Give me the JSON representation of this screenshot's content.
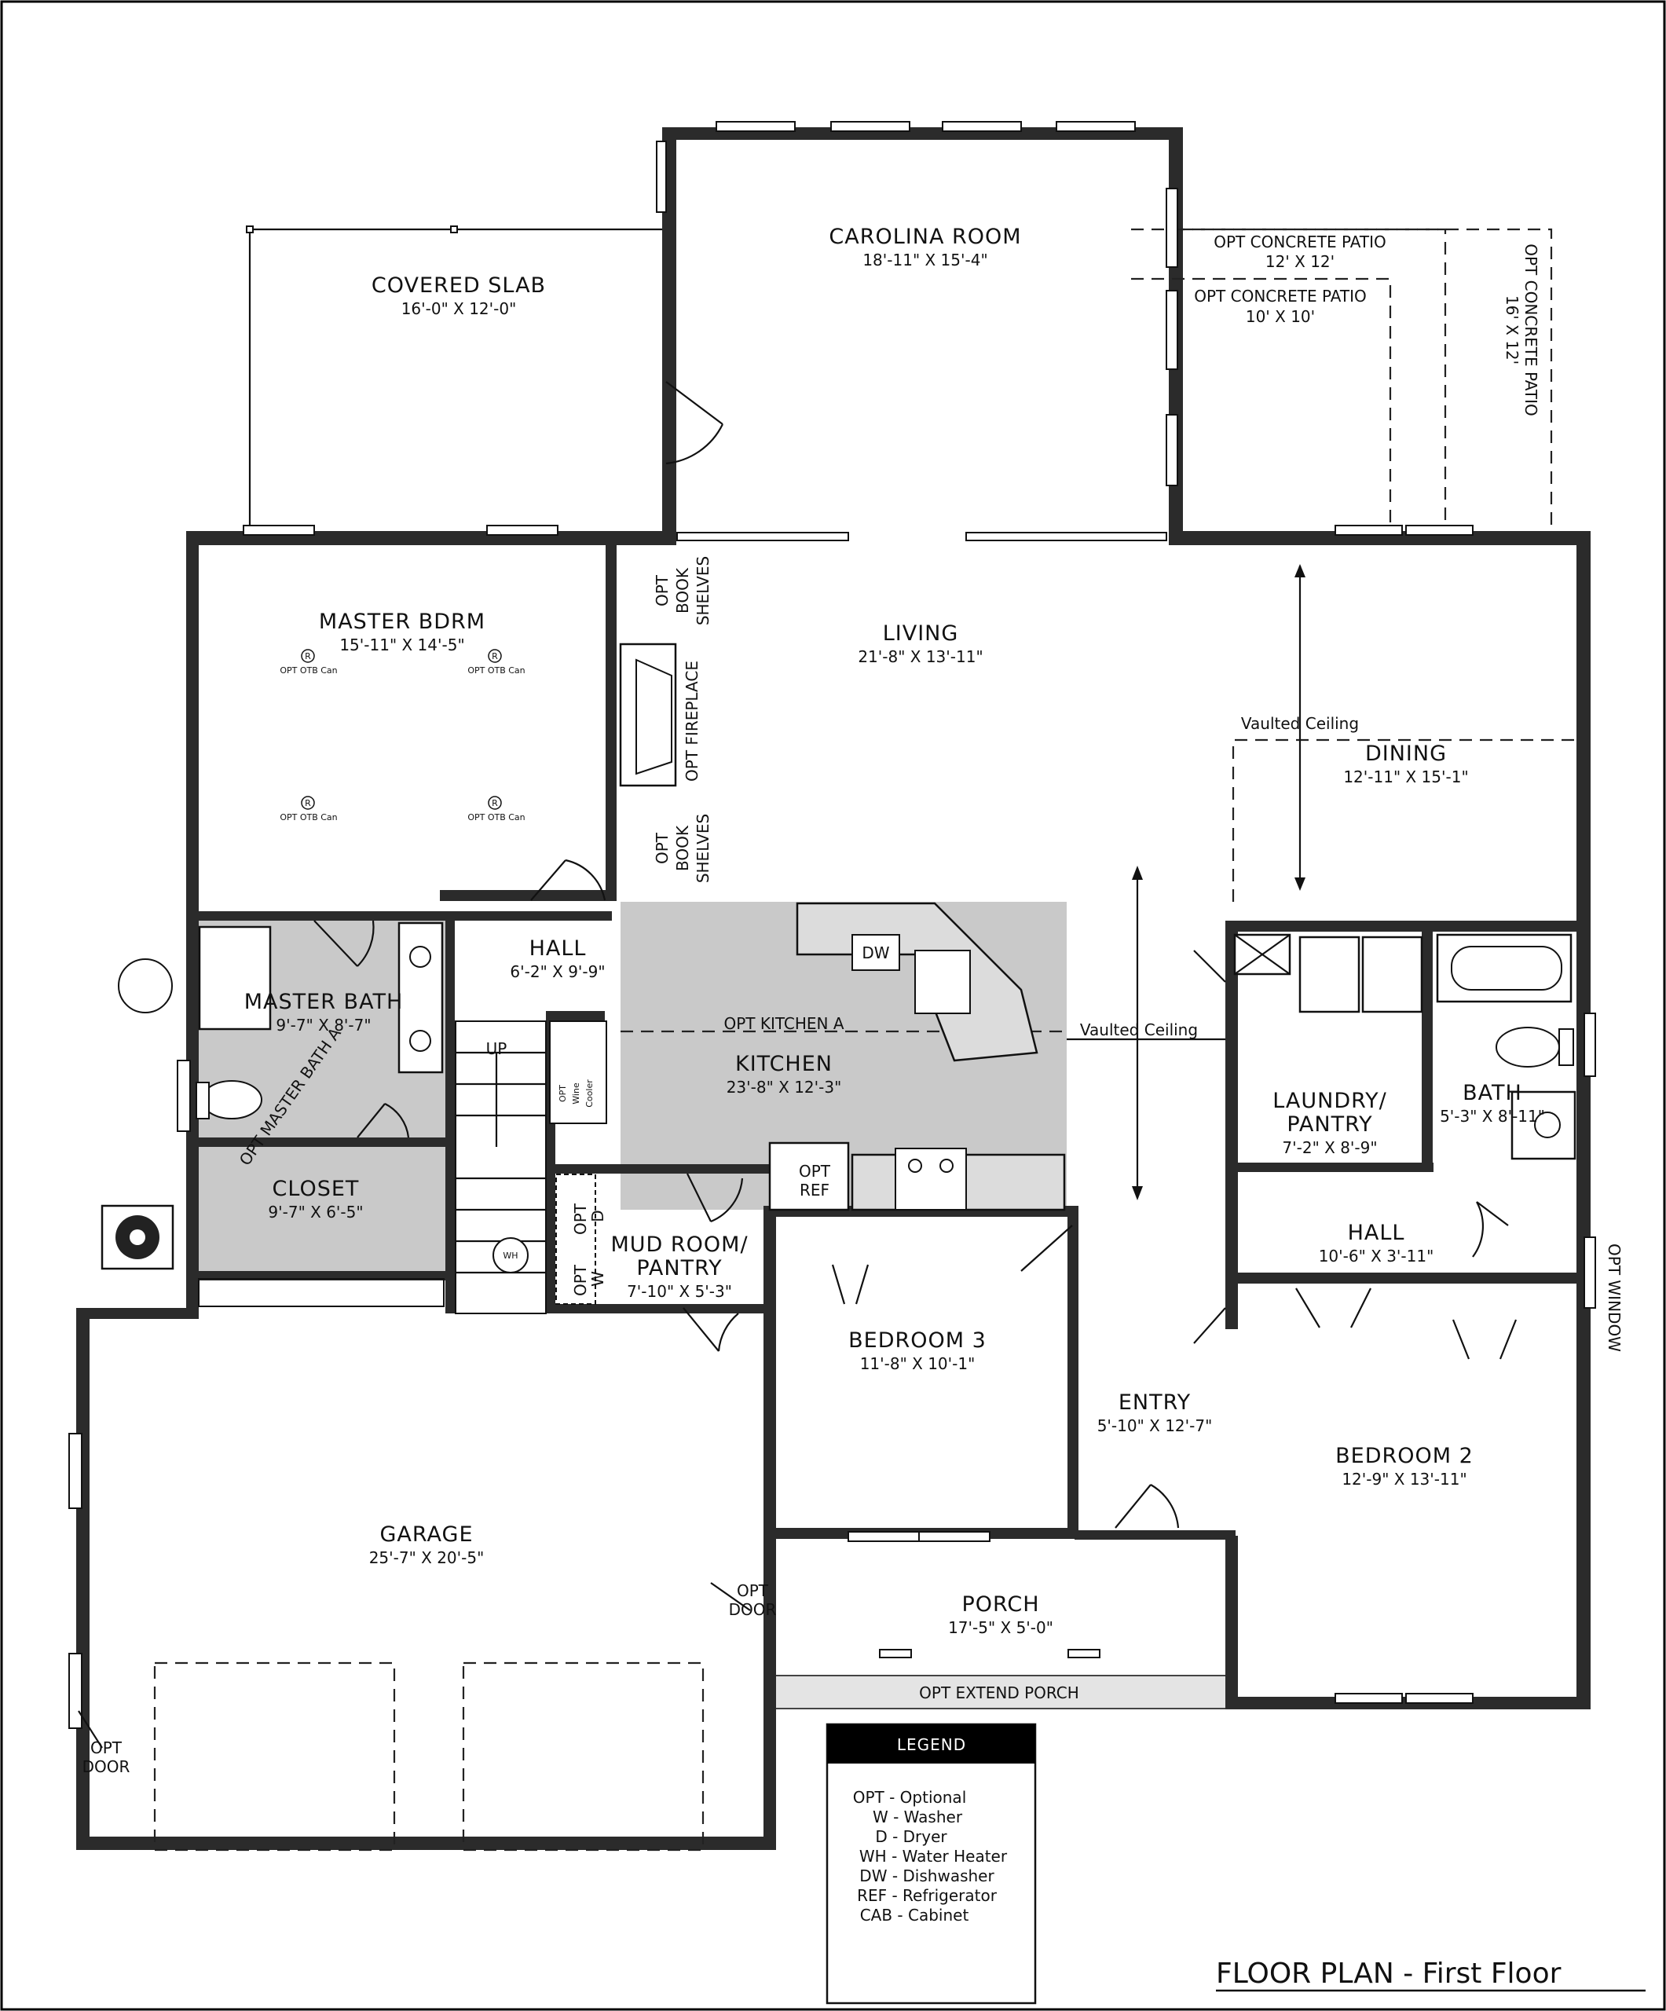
{
  "plan_title": "FLOOR PLAN - First Floor",
  "rooms": {
    "carolina_room": {
      "name": "CAROLINA ROOM",
      "dims": "18'-11\" X 15'-4\""
    },
    "covered_slab": {
      "name": "COVERED SLAB",
      "dims": "16'-0\" X 12'-0\""
    },
    "master_bdrm": {
      "name": "MASTER BDRM",
      "dims": "15'-11\" X 14'-5\""
    },
    "living": {
      "name": "LIVING",
      "dims": "21'-8\" X 13'-11\""
    },
    "dining": {
      "name": "DINING",
      "dims": "12'-11\" X 15'-1\""
    },
    "hall_upper": {
      "name": "HALL",
      "dims": "6'-2\" X 9'-9\""
    },
    "master_bath": {
      "name": "MASTER BATH",
      "dims": "9'-7\" X 8'-7\""
    },
    "kitchen": {
      "name": "KITCHEN",
      "dims": "23'-8\" X 12'-3\""
    },
    "laundry": {
      "name1": "LAUNDRY/",
      "name2": "PANTRY",
      "dims": "7'-2\" X 8'-9\""
    },
    "bath": {
      "name": "BATH",
      "dims": "5'-3\" X 8'-11\""
    },
    "closet": {
      "name": "CLOSET",
      "dims": "9'-7\" X 6'-5\""
    },
    "mud_room": {
      "name1": "MUD ROOM/",
      "name2": "PANTRY",
      "dims": "7'-10\" X 5'-3\""
    },
    "hall_lower": {
      "name": "HALL",
      "dims": "10'-6\" X 3'-11\""
    },
    "bedroom3": {
      "name": "BEDROOM 3",
      "dims": "11'-8\" X 10'-1\""
    },
    "entry": {
      "name": "ENTRY",
      "dims": "5'-10\" X 12'-7\""
    },
    "bedroom2": {
      "name": "BEDROOM 2",
      "dims": "12'-9\" X 13'-11\""
    },
    "garage": {
      "name": "GARAGE",
      "dims": "25'-7\" X 20'-5\""
    },
    "porch": {
      "name": "PORCH",
      "dims": "17'-5\" X 5'-0\""
    }
  },
  "labels": {
    "opt_patio_12": "OPT CONCRETE PATIO",
    "opt_patio_12_dims": "12' X 12'",
    "opt_patio_10": "OPT CONCRETE PATIO",
    "opt_patio_10_dims": "10' X 10'",
    "opt_patio_16": "OPT CONCRETE PATIO",
    "opt_patio_16_dims": "16' X 12'",
    "vaulted_1": "Vaulted Ceiling",
    "vaulted_2": "Vaulted Ceiling",
    "opt_kitchen_a": "OPT KITCHEN A",
    "opt_master_bath_a": "OPT MASTER BATH A",
    "opt_fireplace": "OPT FIREPLACE",
    "book_opt": "OPT",
    "book_book": "BOOK",
    "book_shelves": "SHELVES",
    "opt_otb_can": "OPT OTB Can",
    "can_r": "R",
    "dw": "DW",
    "opt": "OPT",
    "ref": "REF",
    "up": "UP",
    "wh": "WH",
    "w": "W",
    "d": "D",
    "wine": "Wine",
    "cooler": "Cooler",
    "opt_door": "OPT",
    "door": "DOOR",
    "opt_window": "OPT WINDOW",
    "opt_extend_porch": "OPT EXTEND PORCH"
  },
  "legend": {
    "title": "LEGEND",
    "items": [
      "OPT - Optional",
      "W - Washer",
      "D - Dryer",
      "WH - Water Heater",
      "DW - Dishwasher",
      "REF - Refrigerator",
      "CAB - Cabinet"
    ]
  }
}
